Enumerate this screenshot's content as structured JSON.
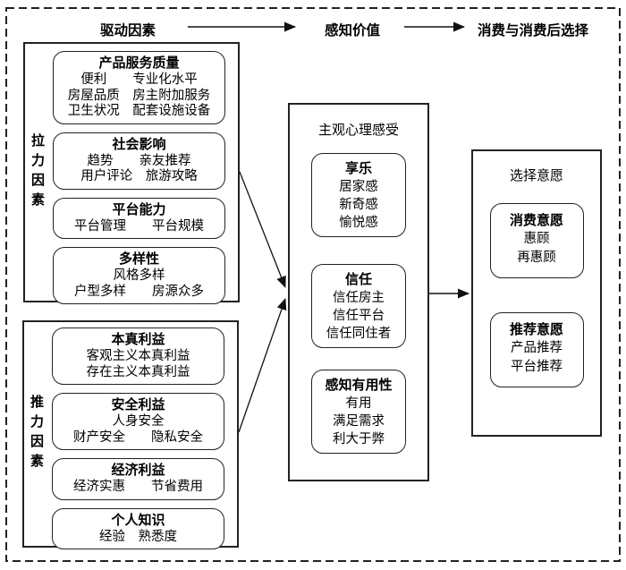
{
  "header": {
    "driving": "驱动因素",
    "perceived_value": "感知价值",
    "post_consumption": "消费与消费后选择"
  },
  "pull": {
    "side_label": "拉力因素",
    "boxes": [
      {
        "title": "产品服务质量",
        "rows": [
          "便利　　专业化水平",
          "房屋品质　房主附加服务",
          "卫生状况　配套设施设备"
        ]
      },
      {
        "title": "社会影响",
        "rows": [
          "趋势　　亲友推荐",
          "用户评论　旅游攻略"
        ]
      },
      {
        "title": "平台能力",
        "rows": [
          "平台管理　　平台规模"
        ]
      },
      {
        "title": "多样性",
        "rows": [
          "风格多样",
          "户型多样　　房源众多"
        ]
      }
    ]
  },
  "push": {
    "side_label": "推力因素",
    "boxes": [
      {
        "title": "本真利益",
        "rows": [
          "客观主义本真利益",
          "存在主义本真利益"
        ]
      },
      {
        "title": "安全利益",
        "rows": [
          "人身安全",
          "财产安全　　隐私安全"
        ]
      },
      {
        "title": "经济利益",
        "rows": [
          "经济实惠　　节省费用"
        ]
      },
      {
        "title": "个人知识",
        "rows": [
          "经验　熟悉度"
        ]
      }
    ]
  },
  "perception": {
    "title": "主观心理感受",
    "boxes": [
      {
        "title": "享乐",
        "rows": [
          "居家感",
          "新奇感",
          "愉悦感"
        ]
      },
      {
        "title": "信任",
        "rows": [
          "信任房主",
          "信任平台",
          "信任同住者"
        ]
      },
      {
        "title": "感知有用性",
        "rows": [
          "有用",
          "满足需求",
          "利大于弊"
        ]
      }
    ]
  },
  "choice": {
    "title": "选择意愿",
    "boxes": [
      {
        "title": "消费意愿",
        "rows": [
          "惠顾",
          "再惠顾"
        ]
      },
      {
        "title": "推荐意愿",
        "rows": [
          "产品推荐",
          "平台推荐"
        ]
      }
    ]
  },
  "colors": {
    "line": "#1a1a1a",
    "background": "#ffffff",
    "text": "#000000"
  }
}
